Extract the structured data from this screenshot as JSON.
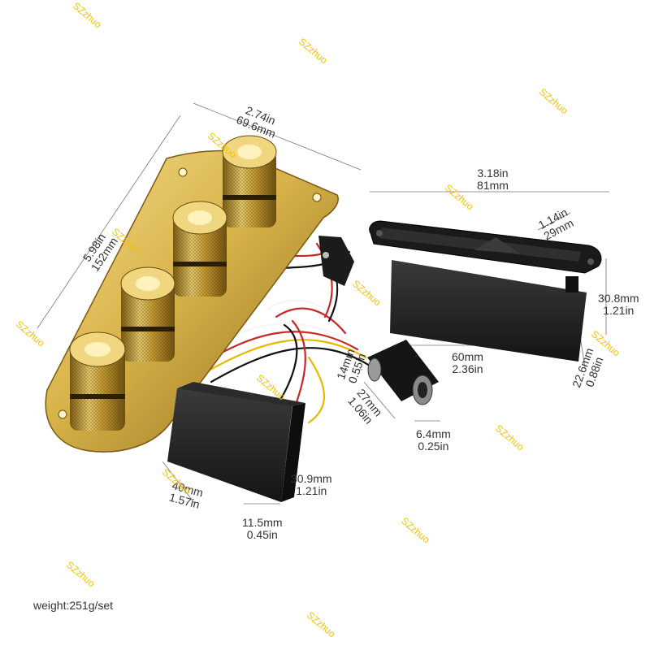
{
  "watermark": "SZzhuo",
  "colors": {
    "gold": "#d8b34a",
    "gold_dark": "#8a6a1a",
    "black_plastic": "#1e1e1e",
    "dim_line": "#777777"
  },
  "dimensions": {
    "plate_width": {
      "inches": "2.74in",
      "mm": "69.6mm"
    },
    "plate_length": {
      "inches": "5.98in",
      "mm": "152mm"
    },
    "battery_box_length": {
      "inches": "3.18in",
      "mm": "81mm"
    },
    "battery_box_flange": {
      "inches": "1.14in",
      "mm": "29mm"
    },
    "battery_box_height": {
      "mm": "30.8mm",
      "inches": "1.21in"
    },
    "battery_box_body": {
      "mm": "60mm",
      "inches": "2.36in"
    },
    "battery_box_depth": {
      "mm": "22.6mm",
      "inches": "0.88in"
    },
    "jack_top": {
      "mm": "14mm",
      "inches": "0.55in"
    },
    "jack_length": {
      "mm": "27mm",
      "inches": "1.06in"
    },
    "jack_hole": {
      "mm": "6.4mm",
      "inches": "0.25in"
    },
    "preamp_height": {
      "mm": "30.9mm",
      "inches": "1.21in"
    },
    "preamp_length": {
      "mm": "40mm",
      "inches": "1.57in"
    },
    "preamp_depth": {
      "mm": "11.5mm",
      "inches": "0.45in"
    }
  },
  "weight_label": "weight:251g/set"
}
